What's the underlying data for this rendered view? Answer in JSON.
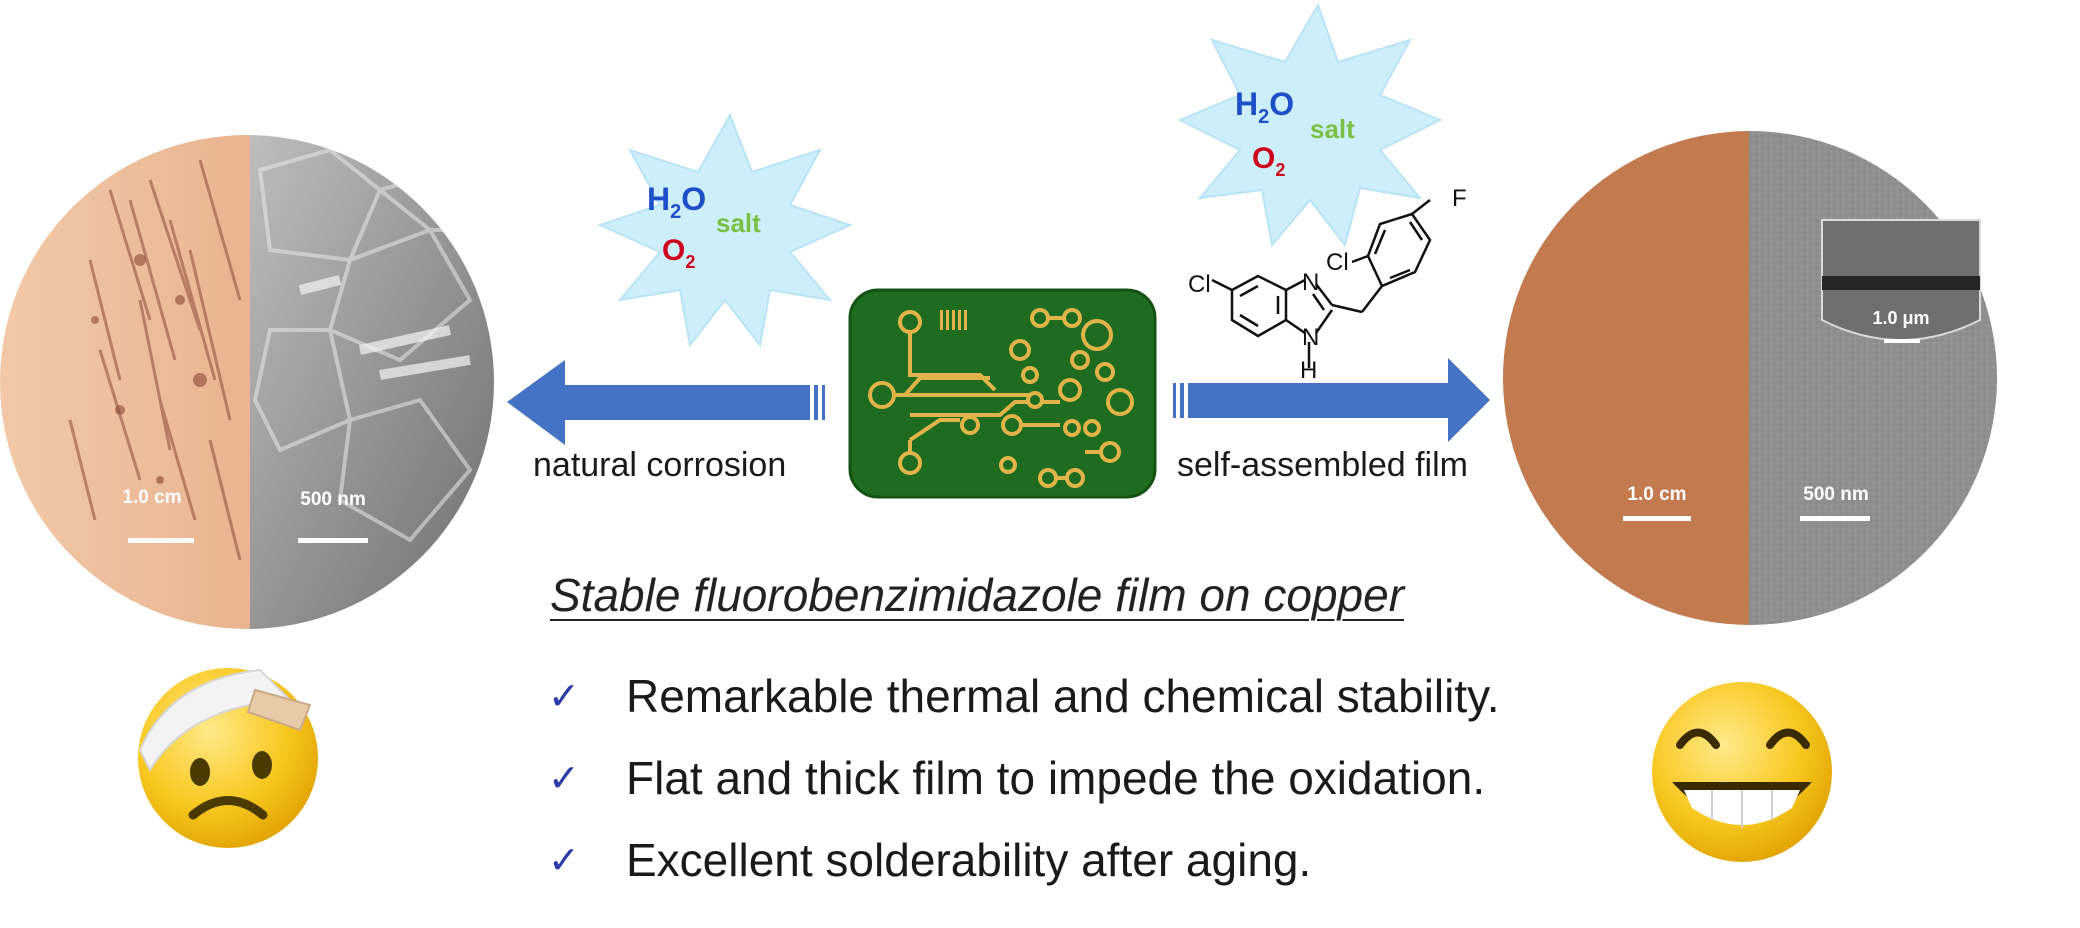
{
  "left_panel": {
    "scale_optical": "1.0 cm",
    "scale_sem": "500 nm"
  },
  "right_panel": {
    "scale_optical": "1.0 cm",
    "scale_sem": "500 nm",
    "scale_inset": "1.0 μm"
  },
  "burst_left": {
    "h2o": "H",
    "h2o_sub": "2",
    "h2o_tail": "O",
    "o2": "O",
    "o2_sub": "2",
    "salt": "salt"
  },
  "burst_right": {
    "h2o": "H",
    "h2o_sub": "2",
    "h2o_tail": "O",
    "o2": "O",
    "o2_sub": "2",
    "salt": "salt"
  },
  "arrow_left_label": "natural corrosion",
  "arrow_right_label": "self-assembled film",
  "molecule": {
    "cl1": "Cl",
    "cl2": "Cl",
    "f": "F",
    "n1": "N",
    "n2": "N",
    "h": "H"
  },
  "caption": "Stable fluorobenzimidazole film on copper",
  "bullets": [
    "Remarkable thermal and chemical stability.",
    "Flat and thick film to impede the oxidation.",
    "Excellent solderability after aging."
  ],
  "check_glyph": "✓",
  "colors": {
    "arrow": "#4472c4",
    "h2o": "#1f4fc8",
    "o2": "#d0021b",
    "salt": "#7bc043",
    "burst": "#cdeffb",
    "pcb": "#1f6b1f",
    "trace": "#e0b44a",
    "copper": "#c27a4e",
    "sem": "#8e8e8e"
  }
}
